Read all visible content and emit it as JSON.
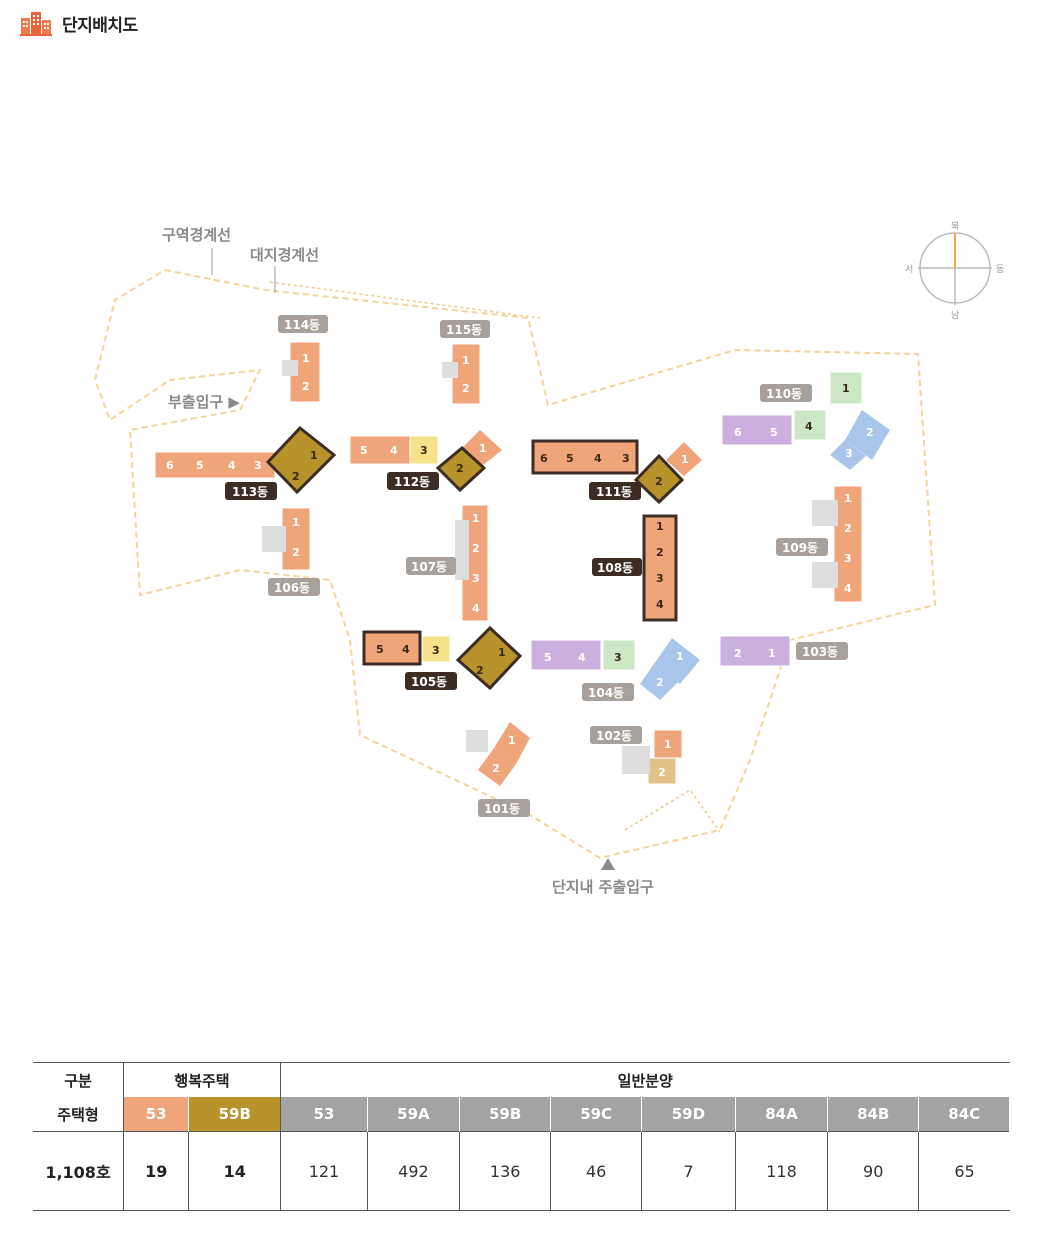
{
  "header": {
    "title": "단지배치도",
    "icon": "apartment-buildings-icon"
  },
  "map": {
    "labels": {
      "zone_boundary": "구역경계선",
      "site_boundary": "대지경계선",
      "side_entrance": "부출입구 ▶",
      "main_entrance": "단지내 주출입구",
      "compass": {
        "n": "북",
        "s": "남",
        "w": "서",
        "e": "동"
      }
    },
    "buildings": [
      "101동",
      "102동",
      "103동",
      "104동",
      "105동",
      "106동",
      "107동",
      "108동",
      "109동",
      "110동",
      "111동",
      "112동",
      "113동",
      "114동",
      "115동"
    ],
    "highlighted_buildings": [
      "105동",
      "108동",
      "111동",
      "112동",
      "113동"
    ]
  },
  "colors": {
    "type53": "#f0a47a",
    "type59B": "#b8922a",
    "general": "#a3a3a3",
    "purple": "#cbb0df",
    "green": "#cde6c5",
    "blue": "#a9c6ea",
    "yellow": "#f7e28c"
  },
  "table": {
    "header": {
      "category": "구분",
      "happy": "행복주택",
      "general": "일반분양"
    },
    "type_label": "주택형",
    "happy_types": [
      "53",
      "59B"
    ],
    "general_types": [
      "53",
      "59A",
      "59B",
      "59C",
      "59D",
      "84A",
      "84B",
      "84C"
    ],
    "total": "1,108호",
    "happy_counts": [
      "19",
      "14"
    ],
    "general_counts": [
      "121",
      "492",
      "136",
      "46",
      "7",
      "118",
      "90",
      "65"
    ]
  }
}
